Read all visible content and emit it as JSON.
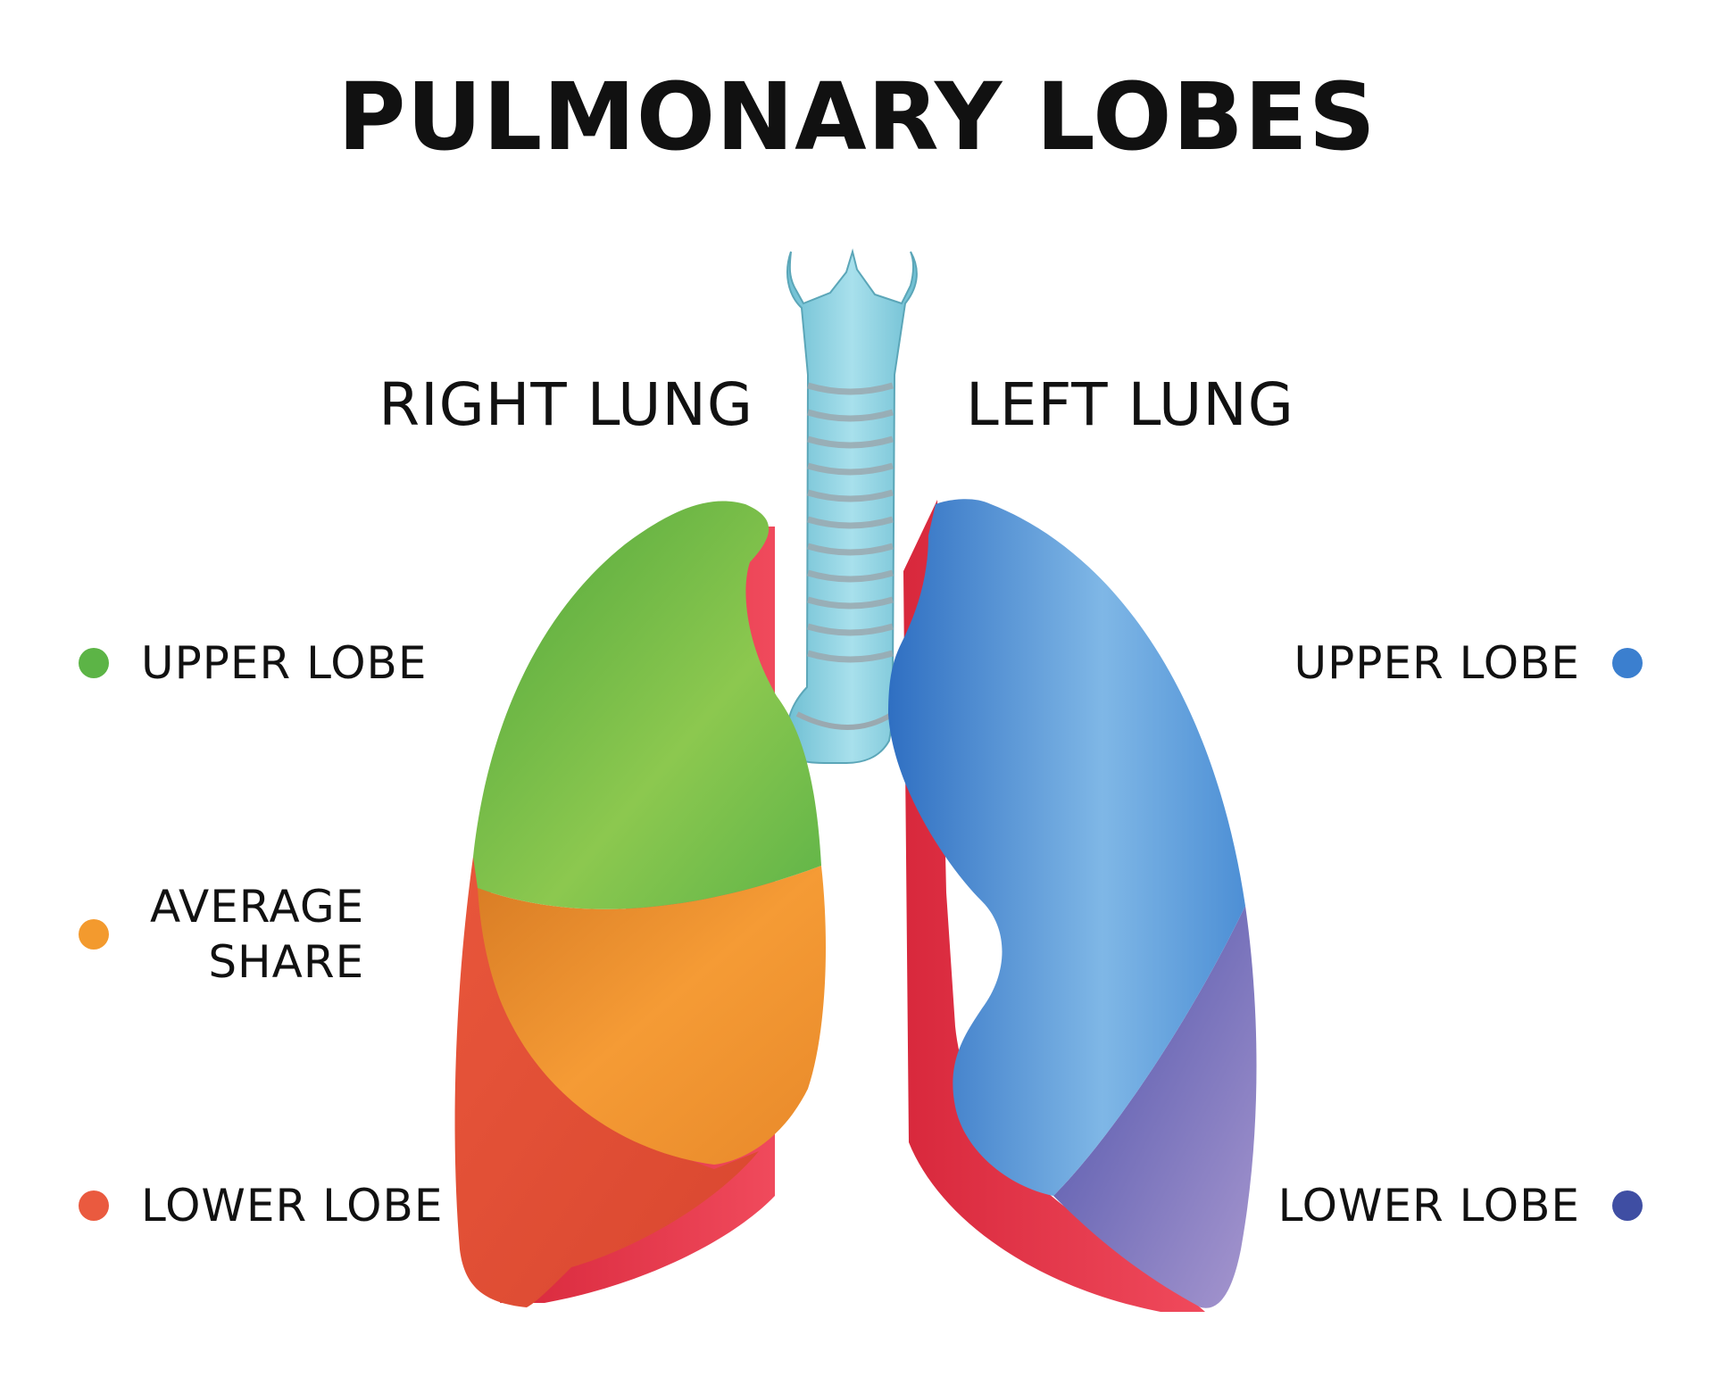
{
  "title": "PULMONARY LOBES",
  "headings": {
    "right_lung": "RIGHT LUNG",
    "left_lung": "LEFT LUNG"
  },
  "legend": {
    "right_lung": [
      {
        "label": "UPPER LOBE",
        "color": "#5cb446"
      },
      {
        "label": "AVERAGE\nSHARE",
        "color": "#f39a2e"
      },
      {
        "label": "LOWER LOBE",
        "color": "#ea5a3f"
      }
    ],
    "left_lung": [
      {
        "label": "UPPER LOBE",
        "color": "#3b7fcf"
      },
      {
        "label": "LOWER LOBE",
        "color": "#3f4ea3"
      }
    ]
  },
  "colors": {
    "trachea": "#8fd0e0",
    "trachea_ring": "#a9b6bc",
    "pleura_red": "#e63a4e",
    "right_upper_lobe": "#5cb446",
    "right_middle_lobe": "#f39a2e",
    "right_lower_lobe": "#ea5a3f",
    "left_upper_lobe": "#3b7fcf",
    "left_lower_lobe": "#7f6fbe"
  }
}
